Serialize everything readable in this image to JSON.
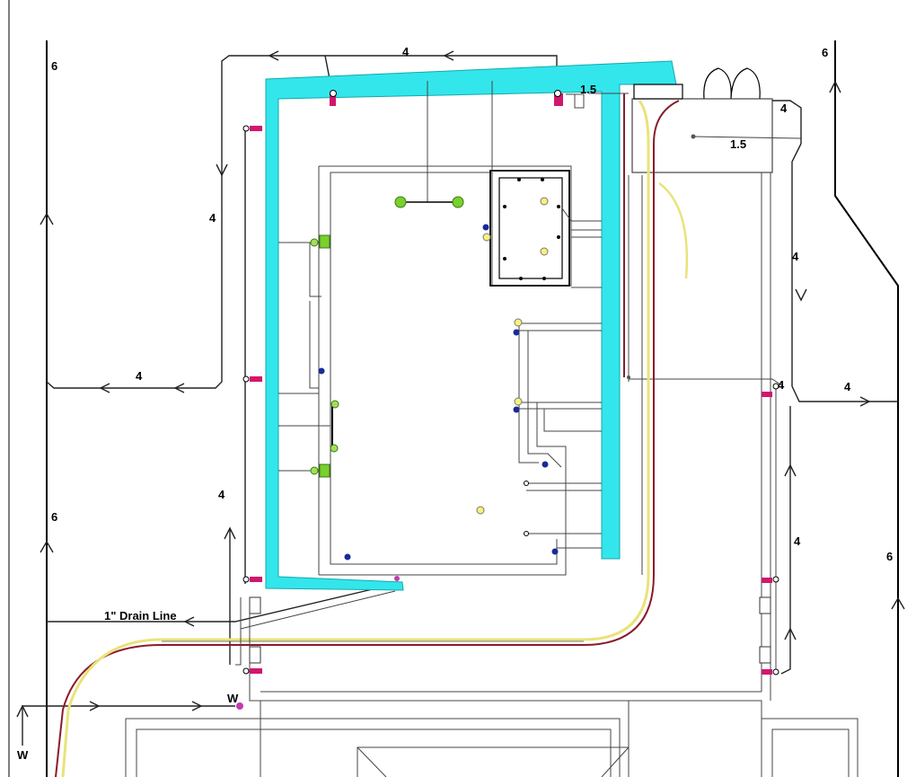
{
  "labels": {
    "pipe_4_top": "4",
    "pipe_1_5_top": "1.5",
    "pipe_4_right_top": "4",
    "pipe_1_5_box": "1.5",
    "pipe_6_left": "6",
    "pipe_6_left_lower": "6",
    "pipe_6_right_top": "6",
    "pipe_6_right_lower": "6",
    "pipe_4_left_vert": "4",
    "pipe_4_left_horiz": "4",
    "pipe_4_left_lower": "4",
    "pipe_4_right_mid": "4",
    "pipe_4_right_junction": "4",
    "pipe_4_right_horiz": "4",
    "pipe_4_right_lower": "4",
    "drain_line": "1\" Drain Line",
    "w_bottom": "W",
    "w_valve": "W"
  },
  "colors": {
    "pool_edge": "#33e6ec",
    "fitting": "#d0176e",
    "light_green": "#7ad02c",
    "light_yellow": "#f6f27a",
    "drain_blue": "#1a2a9a",
    "conduit_red": "#8a1b2c",
    "conduit_yellow": "#e9e37a",
    "valve_magenta": "#c23bb0"
  }
}
